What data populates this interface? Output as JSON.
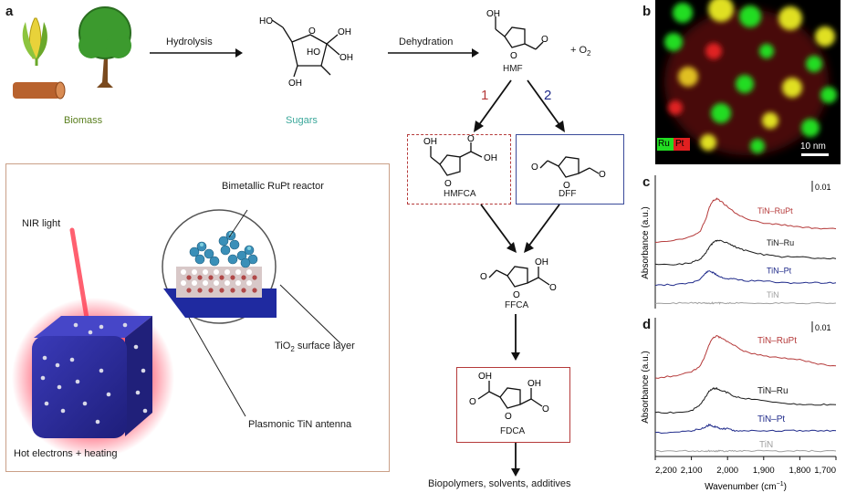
{
  "figure": {
    "panel_a": {
      "letter": "a",
      "hydrolysis": "Hydrolysis",
      "dehydration": "Dehydration",
      "biomass": "Biomass",
      "sugars": "Sugars",
      "hmf": "HMF",
      "o2_plus": "+ O",
      "o2_sub": "2",
      "route1": "1",
      "route2": "2",
      "hmfca": "HMFCA",
      "dff": "DFF",
      "ffca": "FFCA",
      "fdca": "FDCA",
      "products": "Biopolymers, solvents, additives",
      "reactor": {
        "bimetallic": "Bimetallic RuPt reactor",
        "nir": "NIR light",
        "tio2_a": "TiO",
        "tio2_sub": "2",
        "tio2_b": " surface layer",
        "antenna": "Plasmonic TiN antenna",
        "hot": "Hot electrons + heating"
      },
      "atoms": {
        "oh": "OH",
        "ho": "HO",
        "o": "O"
      }
    },
    "panel_b": {
      "letter": "b",
      "legend_ru": "Ru",
      "legend_pt": "Pt",
      "scalebar": "10 nm",
      "colors": {
        "ru": "#22dd22",
        "pt": "#e02020"
      }
    },
    "panel_c": {
      "letter": "c",
      "ylabel": "Absorbance (a.u.)",
      "scale": "0.01",
      "series": [
        {
          "name": "TiN–RuPt",
          "color": "#b53a3a"
        },
        {
          "name": "TiN–Ru",
          "color": "#1a1a1a"
        },
        {
          "name": "TiN–Pt",
          "color": "#1f2a8a"
        },
        {
          "name": "TiN",
          "color": "#a0a0a0"
        }
      ]
    },
    "panel_d": {
      "letter": "d",
      "ylabel": "Absorbance (a.u.)",
      "scale": "0.01",
      "series": [
        {
          "name": "TiN–RuPt",
          "color": "#b53a3a"
        },
        {
          "name": "TiN–Ru",
          "color": "#1a1a1a"
        },
        {
          "name": "TiN–Pt",
          "color": "#1f2a8a"
        },
        {
          "name": "TiN",
          "color": "#a0a0a0"
        }
      ],
      "xlabel": "Wavenumber (cm",
      "xlabel_sup": "−1",
      "xlabel_end": ")",
      "xticks": [
        "2,200",
        "2,100",
        "2,000",
        "1,900",
        "1,800",
        "1,700"
      ]
    }
  },
  "chart_data": [
    {
      "type": "line",
      "panel": "c",
      "ylabel": "Absorbance (a.u.)",
      "xlim": [
        2200,
        1700
      ],
      "x": [
        2200,
        2150,
        2100,
        2075,
        2060,
        2050,
        2040,
        2030,
        2020,
        2000,
        1980,
        1950,
        1900,
        1850,
        1800,
        1750,
        1700
      ],
      "series": [
        {
          "name": "TiN–RuPt",
          "values": [
            0.0,
            0.001,
            0.003,
            0.006,
            0.012,
            0.018,
            0.021,
            0.022,
            0.021,
            0.018,
            0.015,
            0.012,
            0.01,
            0.009,
            0.008,
            0.007,
            0.007
          ]
        },
        {
          "name": "TiN–Ru",
          "values": [
            0.0,
            0.0,
            0.001,
            0.003,
            0.006,
            0.009,
            0.011,
            0.012,
            0.012,
            0.011,
            0.009,
            0.007,
            0.005,
            0.004,
            0.004,
            0.003,
            0.003
          ]
        },
        {
          "name": "TiN–Pt",
          "values": [
            0.0,
            0.0,
            0.001,
            0.003,
            0.006,
            0.007,
            0.006,
            0.005,
            0.004,
            0.003,
            0.003,
            0.002,
            0.002,
            0.001,
            0.001,
            0.001,
            0.001
          ]
        },
        {
          "name": "TiN",
          "values": [
            0.0,
            0.0,
            0.0,
            0.0,
            0.0,
            0.0,
            0.0,
            0.0,
            0.0,
            0.0,
            0.0,
            0.0,
            0.0,
            0.0,
            0.0,
            0.0,
            0.0
          ]
        }
      ]
    },
    {
      "type": "line",
      "panel": "d",
      "ylabel": "Absorbance (a.u.)",
      "xlim": [
        2200,
        1700
      ],
      "x": [
        2200,
        2150,
        2100,
        2075,
        2060,
        2050,
        2040,
        2030,
        2020,
        2000,
        1980,
        1950,
        1900,
        1850,
        1800,
        1750,
        1700
      ],
      "series": [
        {
          "name": "TiN–RuPt",
          "values": [
            0.0,
            0.001,
            0.003,
            0.006,
            0.012,
            0.017,
            0.02,
            0.021,
            0.02,
            0.018,
            0.016,
            0.013,
            0.011,
            0.01,
            0.009,
            0.007,
            0.006
          ]
        },
        {
          "name": "TiN–Ru",
          "values": [
            0.0,
            0.0,
            0.001,
            0.004,
            0.008,
            0.011,
            0.012,
            0.012,
            0.011,
            0.01,
            0.008,
            0.007,
            0.006,
            0.005,
            0.004,
            0.004,
            0.004
          ]
        },
        {
          "name": "TiN–Pt",
          "values": [
            0.0,
            0.0,
            0.001,
            0.002,
            0.003,
            0.004,
            0.003,
            0.003,
            0.002,
            0.002,
            0.001,
            0.001,
            0.001,
            0.001,
            0.001,
            0.001,
            0.001
          ]
        },
        {
          "name": "TiN",
          "values": [
            0.0,
            0.0,
            0.0,
            0.0,
            0.0,
            0.0,
            0.0,
            0.0,
            0.0,
            0.0,
            0.0,
            0.0,
            0.0,
            0.0,
            0.0,
            0.0,
            0.0
          ]
        }
      ]
    }
  ]
}
